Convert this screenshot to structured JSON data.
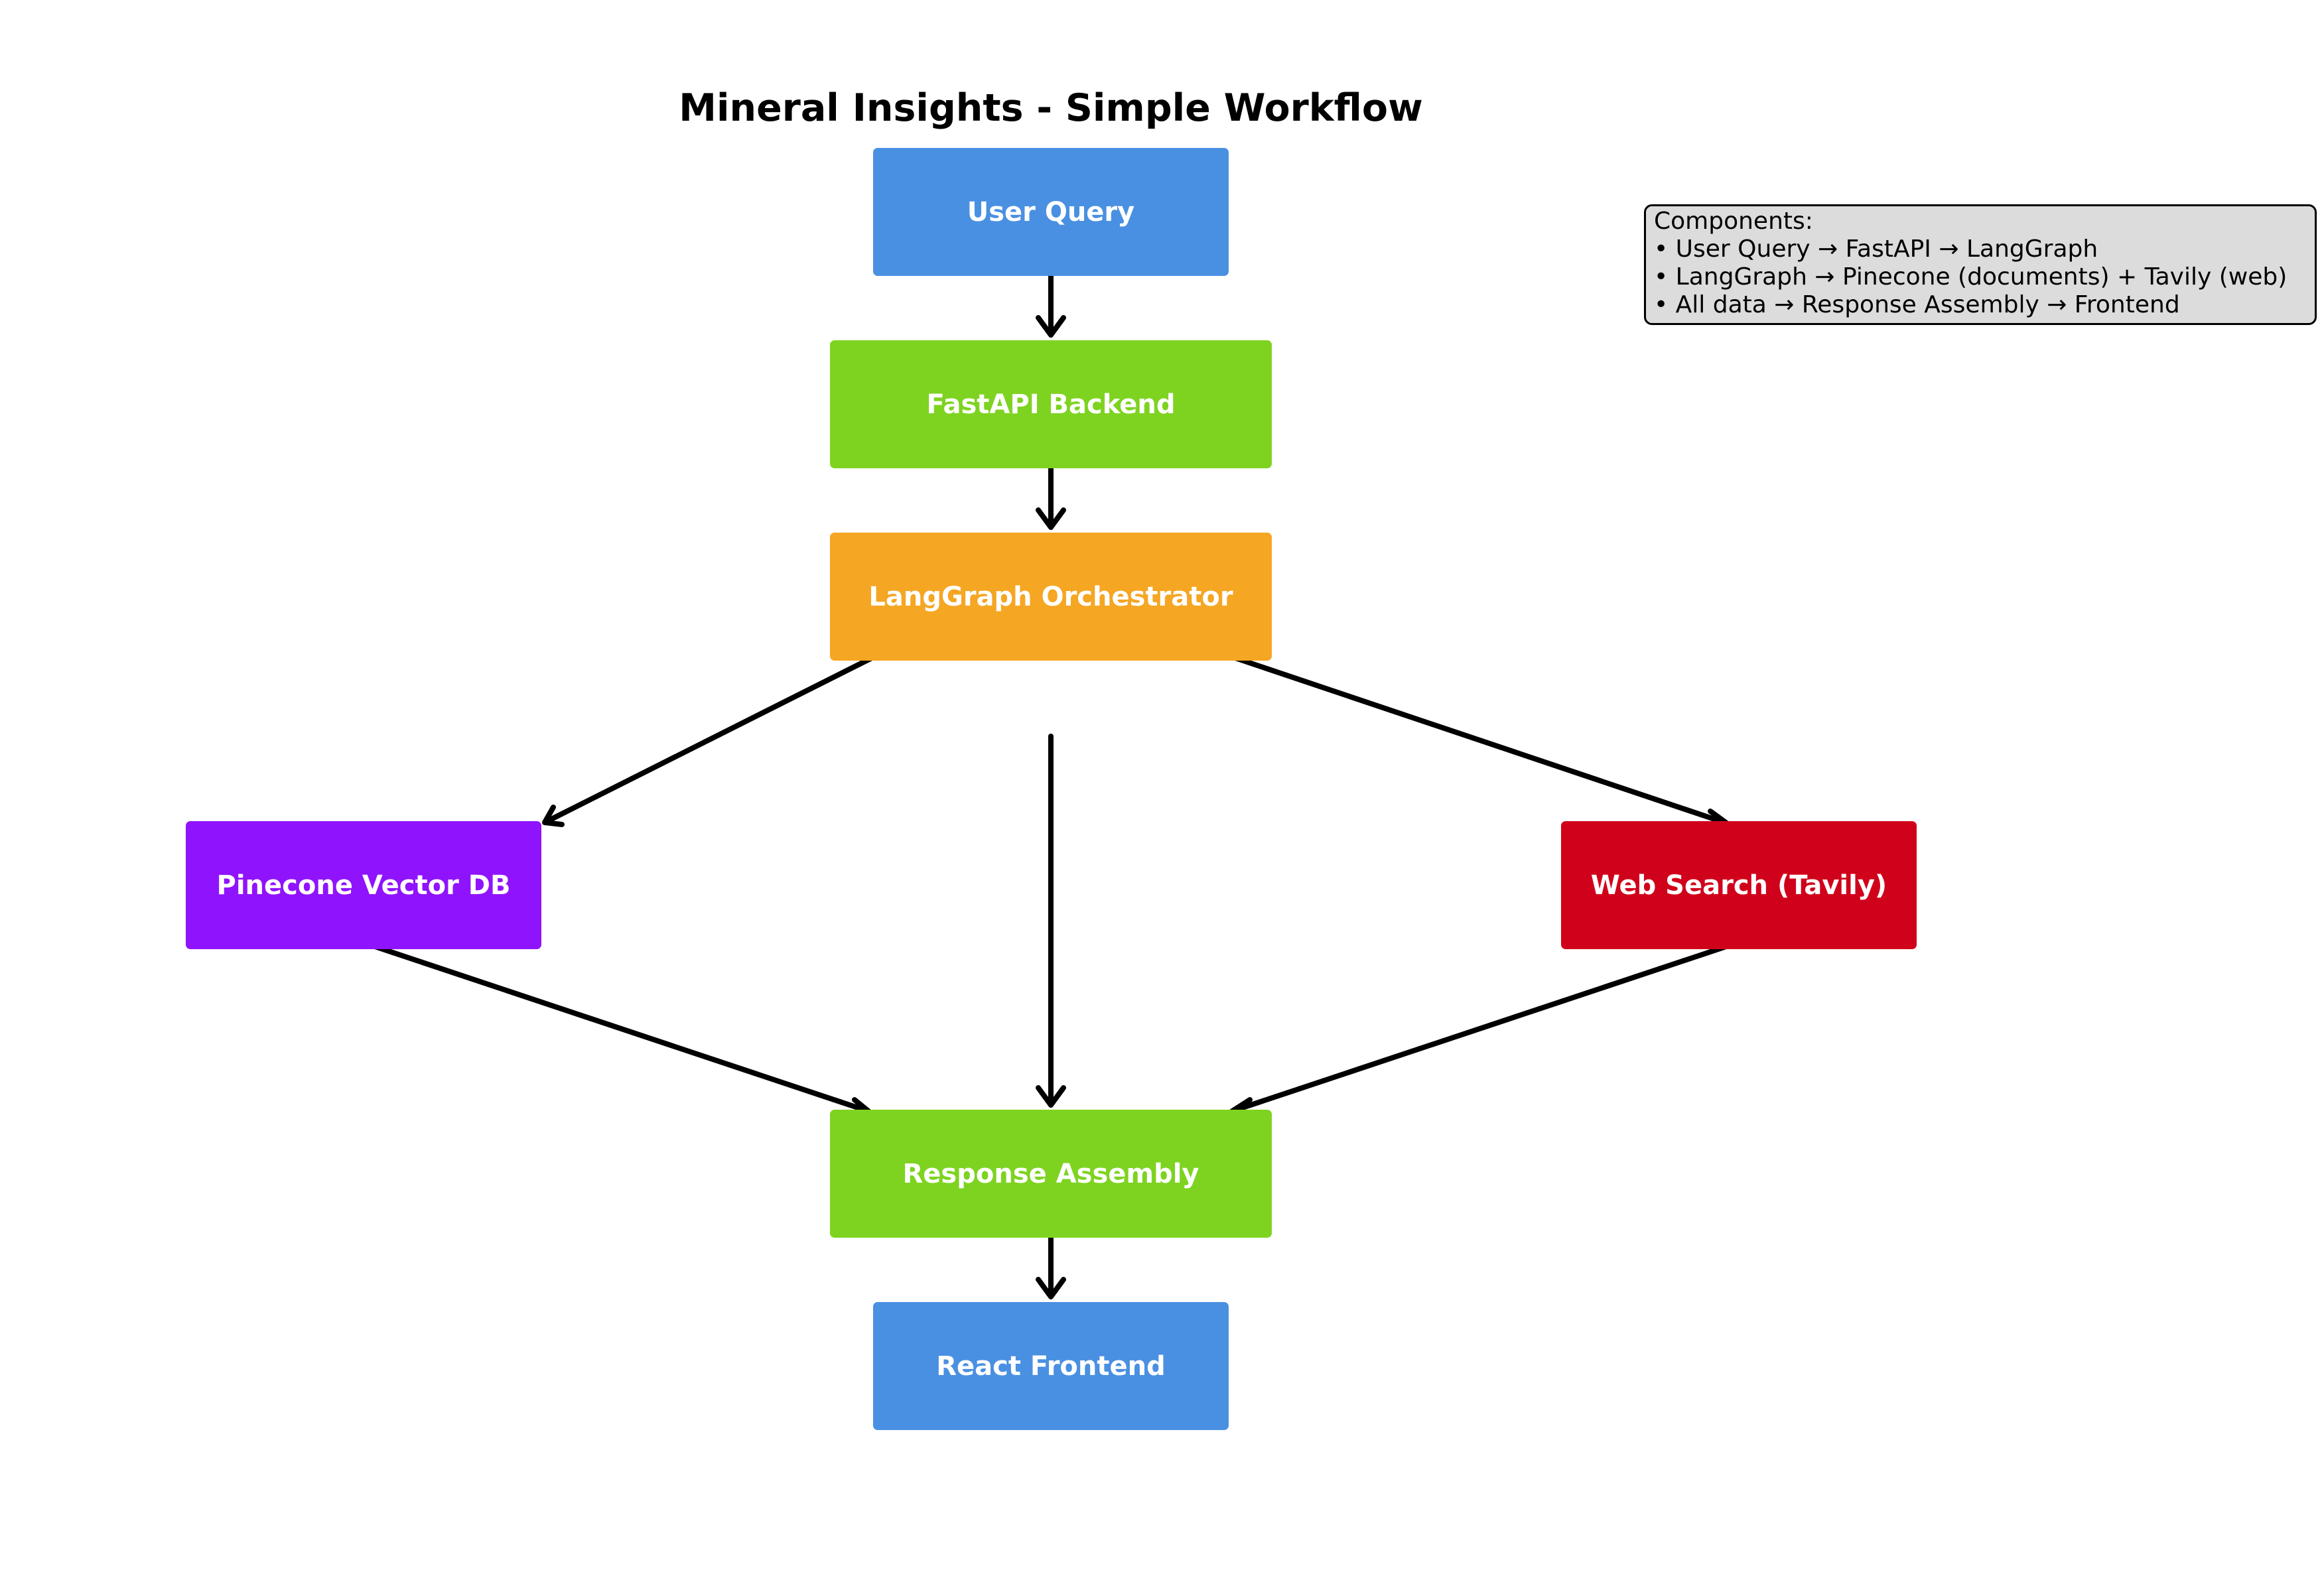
{
  "title": "Mineral Insights - Simple Workflow",
  "nodes": {
    "user_query": {
      "label": "User Query",
      "color": "#4A90E2"
    },
    "fastapi": {
      "label": "FastAPI Backend",
      "color": "#7ED321"
    },
    "langgraph": {
      "label": "LangGraph Orchestrator",
      "color": "#F5A623"
    },
    "pinecone": {
      "label": "Pinecone Vector DB",
      "color": "#9013FE"
    },
    "web_search": {
      "label": "Web Search (Tavily)",
      "color": "#D0021B"
    },
    "response": {
      "label": "Response Assembly",
      "color": "#7ED321"
    },
    "frontend": {
      "label": "React Frontend",
      "color": "#4A90E2"
    }
  },
  "edges": [
    {
      "from": "User Query",
      "to": "FastAPI Backend"
    },
    {
      "from": "FastAPI Backend",
      "to": "LangGraph Orchestrator"
    },
    {
      "from": "LangGraph Orchestrator",
      "to": "Pinecone Vector DB"
    },
    {
      "from": "LangGraph Orchestrator",
      "to": "Web Search (Tavily)"
    },
    {
      "from": "LangGraph Orchestrator",
      "to": "Response Assembly"
    },
    {
      "from": "Pinecone Vector DB",
      "to": "Response Assembly"
    },
    {
      "from": "Web Search (Tavily)",
      "to": "Response Assembly"
    },
    {
      "from": "Response Assembly",
      "to": "React Frontend"
    }
  ],
  "legend": {
    "heading": "Components:",
    "lines": [
      "• User Query → FastAPI → LangGraph",
      "• LangGraph → Pinecone (documents) + Tavily (web)",
      "• All data → Response Assembly → Frontend"
    ]
  }
}
